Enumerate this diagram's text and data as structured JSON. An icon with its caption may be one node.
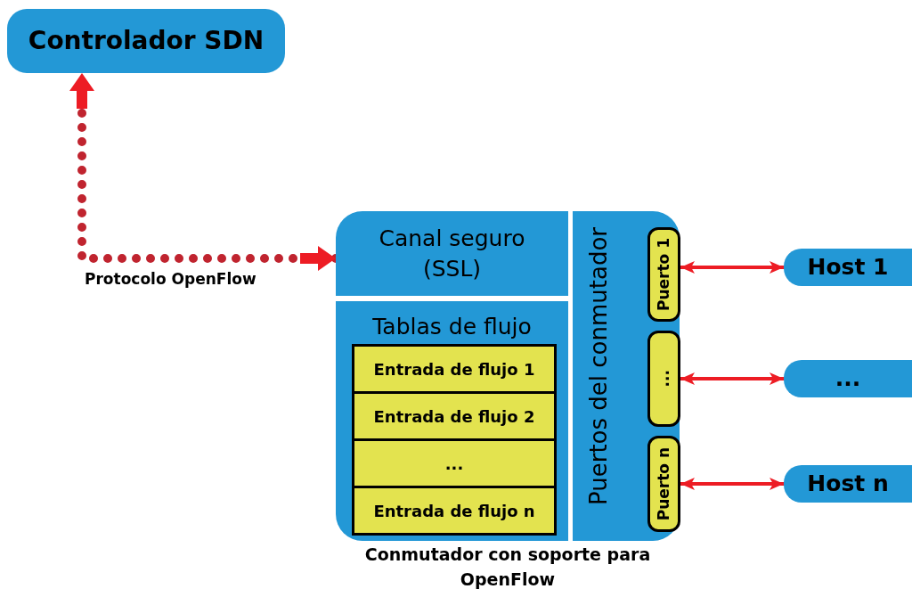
{
  "diagram": {
    "nodes": [
      {
        "text": [
          "Controlador SDN"
        ]
      },
      {
        "text": [
          "Conmutador con soporte para OpenFlow"
        ]
      },
      {
        "text": [
          "Canal seguro (SSL)"
        ],
        "in": 1
      },
      {
        "text": [
          "Tablas de flujo"
        ],
        "in": 1
      },
      {
        "text": [
          "Entrada de flujo 1"
        ],
        "in": 3
      },
      {
        "text": [
          "Entrada de flujo 2"
        ],
        "in": 3
      },
      {
        "text": [
          "..."
        ],
        "in": 3
      },
      {
        "text": [
          "Entrada de flujo n"
        ],
        "in": 3
      },
      {
        "text": [
          "Puertos del conmutador"
        ],
        "in": 1
      },
      {
        "text": [
          "Puerto 1"
        ],
        "in": 8
      },
      {
        "text": [
          "..."
        ],
        "in": 8
      },
      {
        "text": [
          "Puerto n"
        ],
        "in": 8
      },
      {
        "text": [
          "Host 1"
        ]
      },
      {
        "text": [
          "..."
        ]
      },
      {
        "text": [
          "Host n"
        ]
      }
    ],
    "edges": [
      {
        "from": 2,
        "to": 0,
        "arrow": "both",
        "label": "Protocolo OpenFlow",
        "style": "dashed",
        "color": "#c0242f"
      },
      {
        "from": 9,
        "to": 12,
        "arrow": "both"
      },
      {
        "from": 10,
        "to": 13,
        "arrow": "both"
      },
      {
        "from": 11,
        "to": 14,
        "arrow": "both"
      }
    ]
  }
}
